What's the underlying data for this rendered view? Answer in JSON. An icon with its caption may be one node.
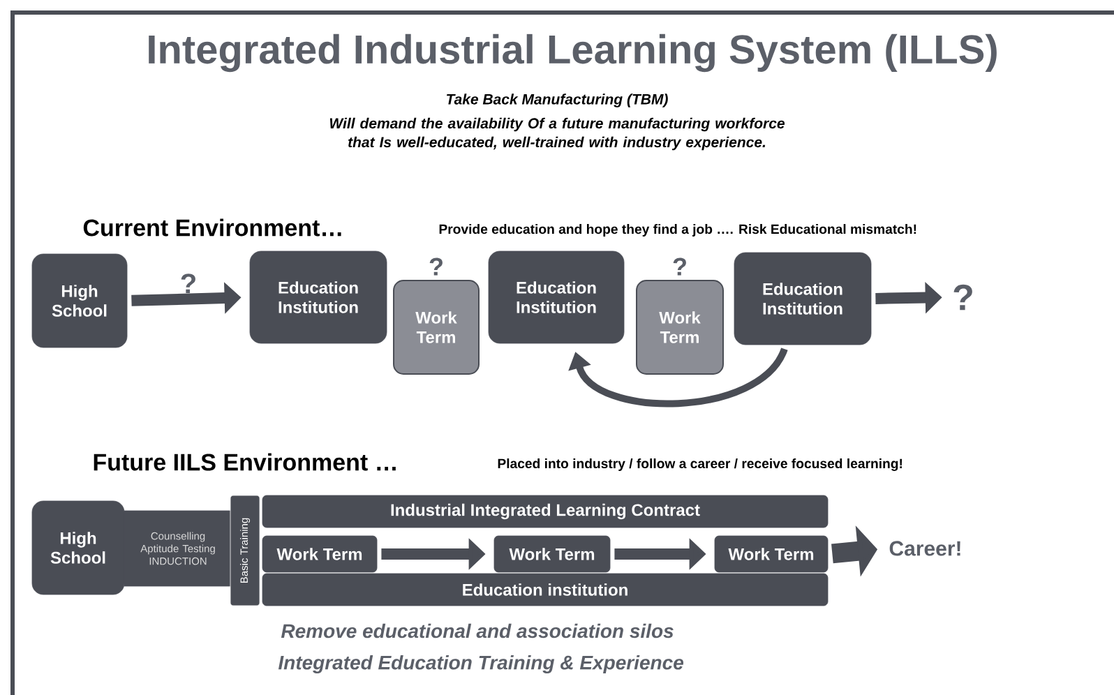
{
  "diagram": {
    "title": "Integrated Industrial Learning System (ILLS)",
    "nodes": [
      {
        "text": [
          "High School"
        ]
      },
      {
        "text": [
          "Education Institution"
        ]
      },
      {
        "text": [
          "Work Term"
        ],
        "beside": [
          "?"
        ]
      },
      {
        "text": [
          "Education Institution"
        ]
      },
      {
        "text": [
          "Work Term"
        ],
        "beside": [
          "?"
        ]
      },
      {
        "text": [
          "Education Institution"
        ]
      },
      {
        "text": [
          "?"
        ]
      },
      {
        "text": [
          "High School"
        ]
      },
      {
        "text": [
          "Counselling Aptitude Testing INDUCTION"
        ]
      },
      {
        "text": [
          "Basic Training"
        ]
      },
      {
        "text": [
          "Industrial Integrated Learning Contract"
        ]
      },
      {
        "text": [
          "Work Term"
        ]
      },
      {
        "text": [
          "Work Term"
        ]
      },
      {
        "text": [
          "Work Term"
        ]
      },
      {
        "text": [
          "Education institution"
        ]
      },
      {
        "text": [
          "Career!"
        ]
      }
    ],
    "edges": [
      {
        "from": 0,
        "to": 1,
        "arrow": "to",
        "label": "?"
      },
      {
        "from": 5,
        "to": 6,
        "arrow": "to"
      },
      {
        "from": 5,
        "to": 3,
        "arrow": "to"
      },
      {
        "from": 11,
        "to": 12,
        "arrow": "to"
      },
      {
        "from": 12,
        "to": 13,
        "arrow": "to"
      },
      {
        "from": 13,
        "to": 15,
        "arrow": "to"
      }
    ],
    "labels": [
      "Take Back Manufacturing (TBM)",
      "Will demand the availability Of a future manufacturing workforce that Is well-educated, well-trained with industry experience.",
      "Current Environment…",
      "Provide education and hope they find a job …. Risk Educational mismatch!",
      "Future IILS Environment …",
      "Placed into industry / follow a career / receive focused learning!",
      "Remove educational and association silos",
      "Integrated Education Training & Experience"
    ]
  }
}
